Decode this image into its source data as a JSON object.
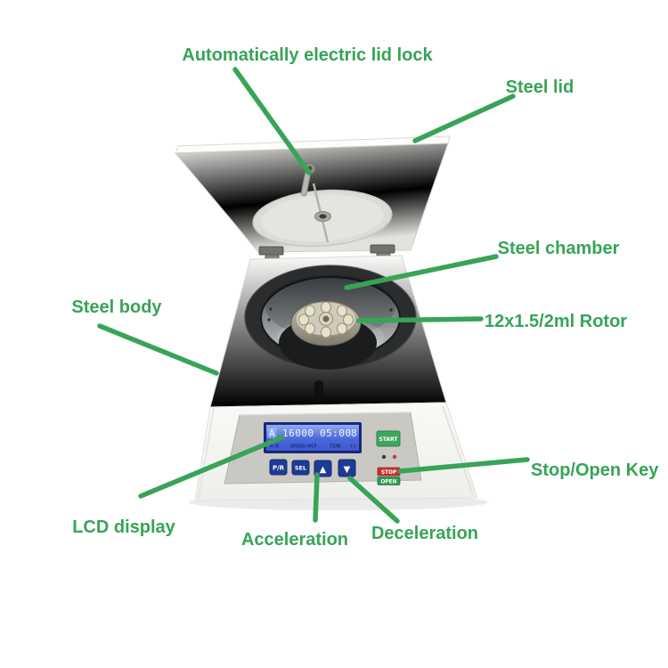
{
  "annotation_color": "#37a457",
  "labels": {
    "lid_lock": "Automatically electric lid lock",
    "steel_lid": "Steel lid",
    "steel_chamber": "Steel chamber",
    "rotor": "12x1.5/2ml Rotor",
    "steel_body": "Steel body",
    "lcd_display": "LCD display",
    "acceleration": "Acceleration",
    "deceleration": "Deceleration",
    "stop_open_key": "Stop/Open Key"
  },
  "machine": {
    "lcd": {
      "mode": "A",
      "speed": "16000",
      "time": "05:00",
      "ramp": "8",
      "label_pr": "P/R",
      "label_speed": "SPEED/RCF",
      "label_time": "TIME",
      "updown_icon": "↑↓"
    },
    "buttons": {
      "pr": "P/R",
      "sel": "SEL",
      "up": "▲",
      "down": "▼",
      "start": "START",
      "stop": "STOP",
      "open": "OPEN"
    }
  }
}
